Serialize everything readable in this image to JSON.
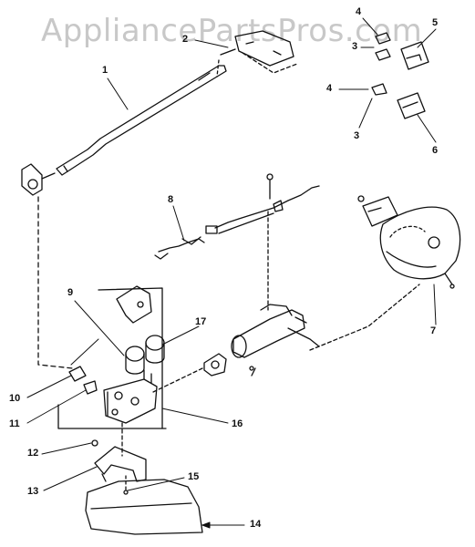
{
  "watermark": "AppliancePartsPros.com",
  "callouts": {
    "c1": "1",
    "c2": "2",
    "c3a": "3",
    "c3b": "3",
    "c4a": "4",
    "c4b": "4",
    "c5": "5",
    "c6": "6",
    "c7": "7",
    "c8": "8",
    "c9": "9",
    "c10": "10",
    "c11": "11",
    "c12": "12",
    "c13": "13",
    "c14": "14",
    "c15": "15",
    "c16": "16",
    "c17": "17"
  }
}
